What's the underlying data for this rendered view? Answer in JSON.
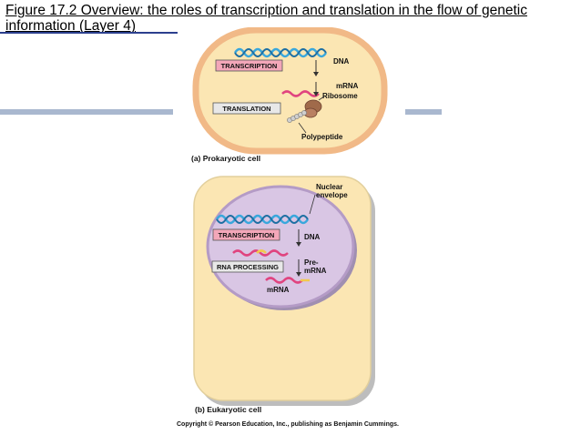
{
  "slide": {
    "title_line1": "Figure 17.2  Overview: the roles of transcription and translation in the flow of genetic",
    "title_line2": "information (Layer 4)"
  },
  "prokaryotic": {
    "caption": "(a) Prokaryotic cell",
    "transcription_label": "TRANSCRIPTION",
    "translation_label": "TRANSLATION",
    "dna_label": "DNA",
    "mrna_label": "mRNA",
    "ribosome_label": "Ribosome",
    "polypeptide_label": "Polypeptide"
  },
  "eukaryotic": {
    "caption": "(b) Eukaryotic cell",
    "nuclear_envelope_line1": "Nuclear",
    "nuclear_envelope_line2": "envelope",
    "transcription_label": "TRANSCRIPTION",
    "rna_processing_label": "RNA PROCESSING",
    "dna_label": "DNA",
    "pre_mrna_line1": "Pre-",
    "pre_mrna_line2": "mRNA",
    "mrna_label": "mRNA"
  },
  "copyright": "Copyright © Pearson Education, Inc., publishing as Benjamin Cummings.",
  "colors": {
    "cell_fill": "#fbe6b3",
    "cell_border": "#f1b987",
    "nucleus_fill": "#d9c6e4",
    "nucleus_border": "#b49bc6",
    "dna_blue": "#39a7dc",
    "mrna_pink": "#e0447f",
    "transcription_box": "#f3a7b9",
    "title_rule": "#2b3f8e",
    "side_rule": "#a9b8cf"
  }
}
